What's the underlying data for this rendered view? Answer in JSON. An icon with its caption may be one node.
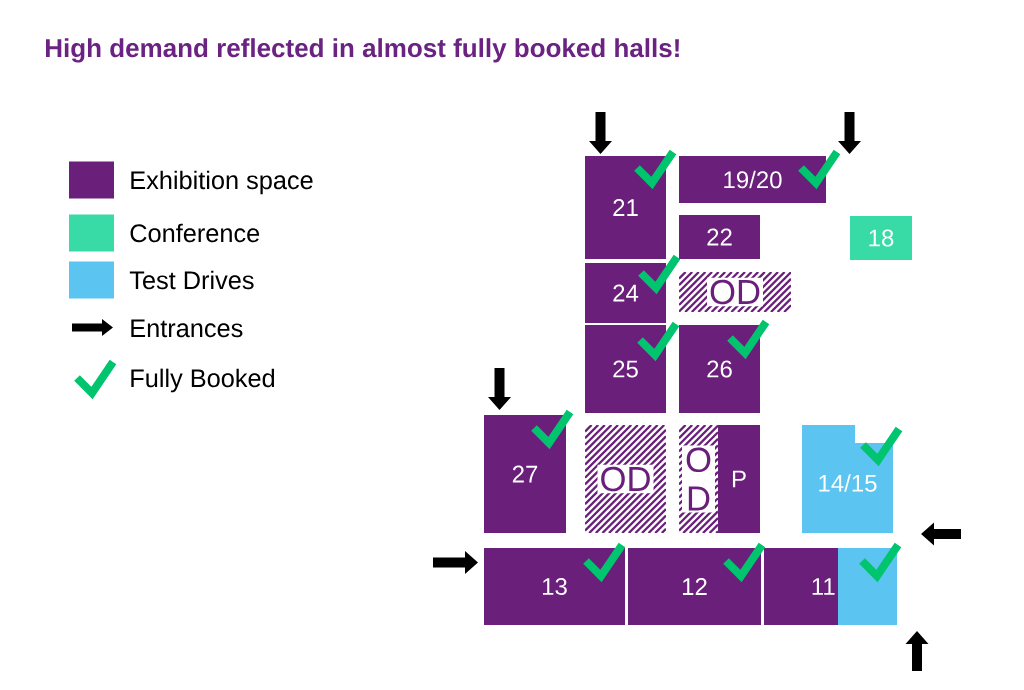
{
  "diagram": {
    "title": "High demand reflected in almost fully booked halls!",
    "nodes": [
      {
        "text": [
          "21"
        ]
      },
      {
        "text": [
          "19/20"
        ]
      },
      {
        "text": [
          "22"
        ]
      },
      {
        "text": [
          "18"
        ]
      },
      {
        "text": [
          "24"
        ]
      },
      {
        "text": [
          "OD"
        ]
      },
      {
        "text": [
          "25"
        ]
      },
      {
        "text": [
          "26"
        ]
      },
      {
        "text": [
          "27"
        ]
      },
      {
        "text": [
          "OD"
        ]
      },
      {
        "text": [
          "OD"
        ]
      },
      {
        "text": [
          "P"
        ]
      },
      {
        "text": [
          "14/15"
        ]
      },
      {
        "text": [
          "13"
        ]
      },
      {
        "text": [
          "12"
        ]
      },
      {
        "text": [
          "11"
        ]
      },
      {
        "text": [],
        "shape": "box"
      }
    ],
    "legend": [
      {
        "text": "Exhibition space",
        "color": "#6a1f7b"
      },
      {
        "text": "Conference",
        "color": "#38dba6"
      },
      {
        "text": "Test Drives",
        "color": "#5bc4f1"
      },
      {
        "text": "Entrances"
      },
      {
        "text": "Fully Booked"
      }
    ]
  }
}
